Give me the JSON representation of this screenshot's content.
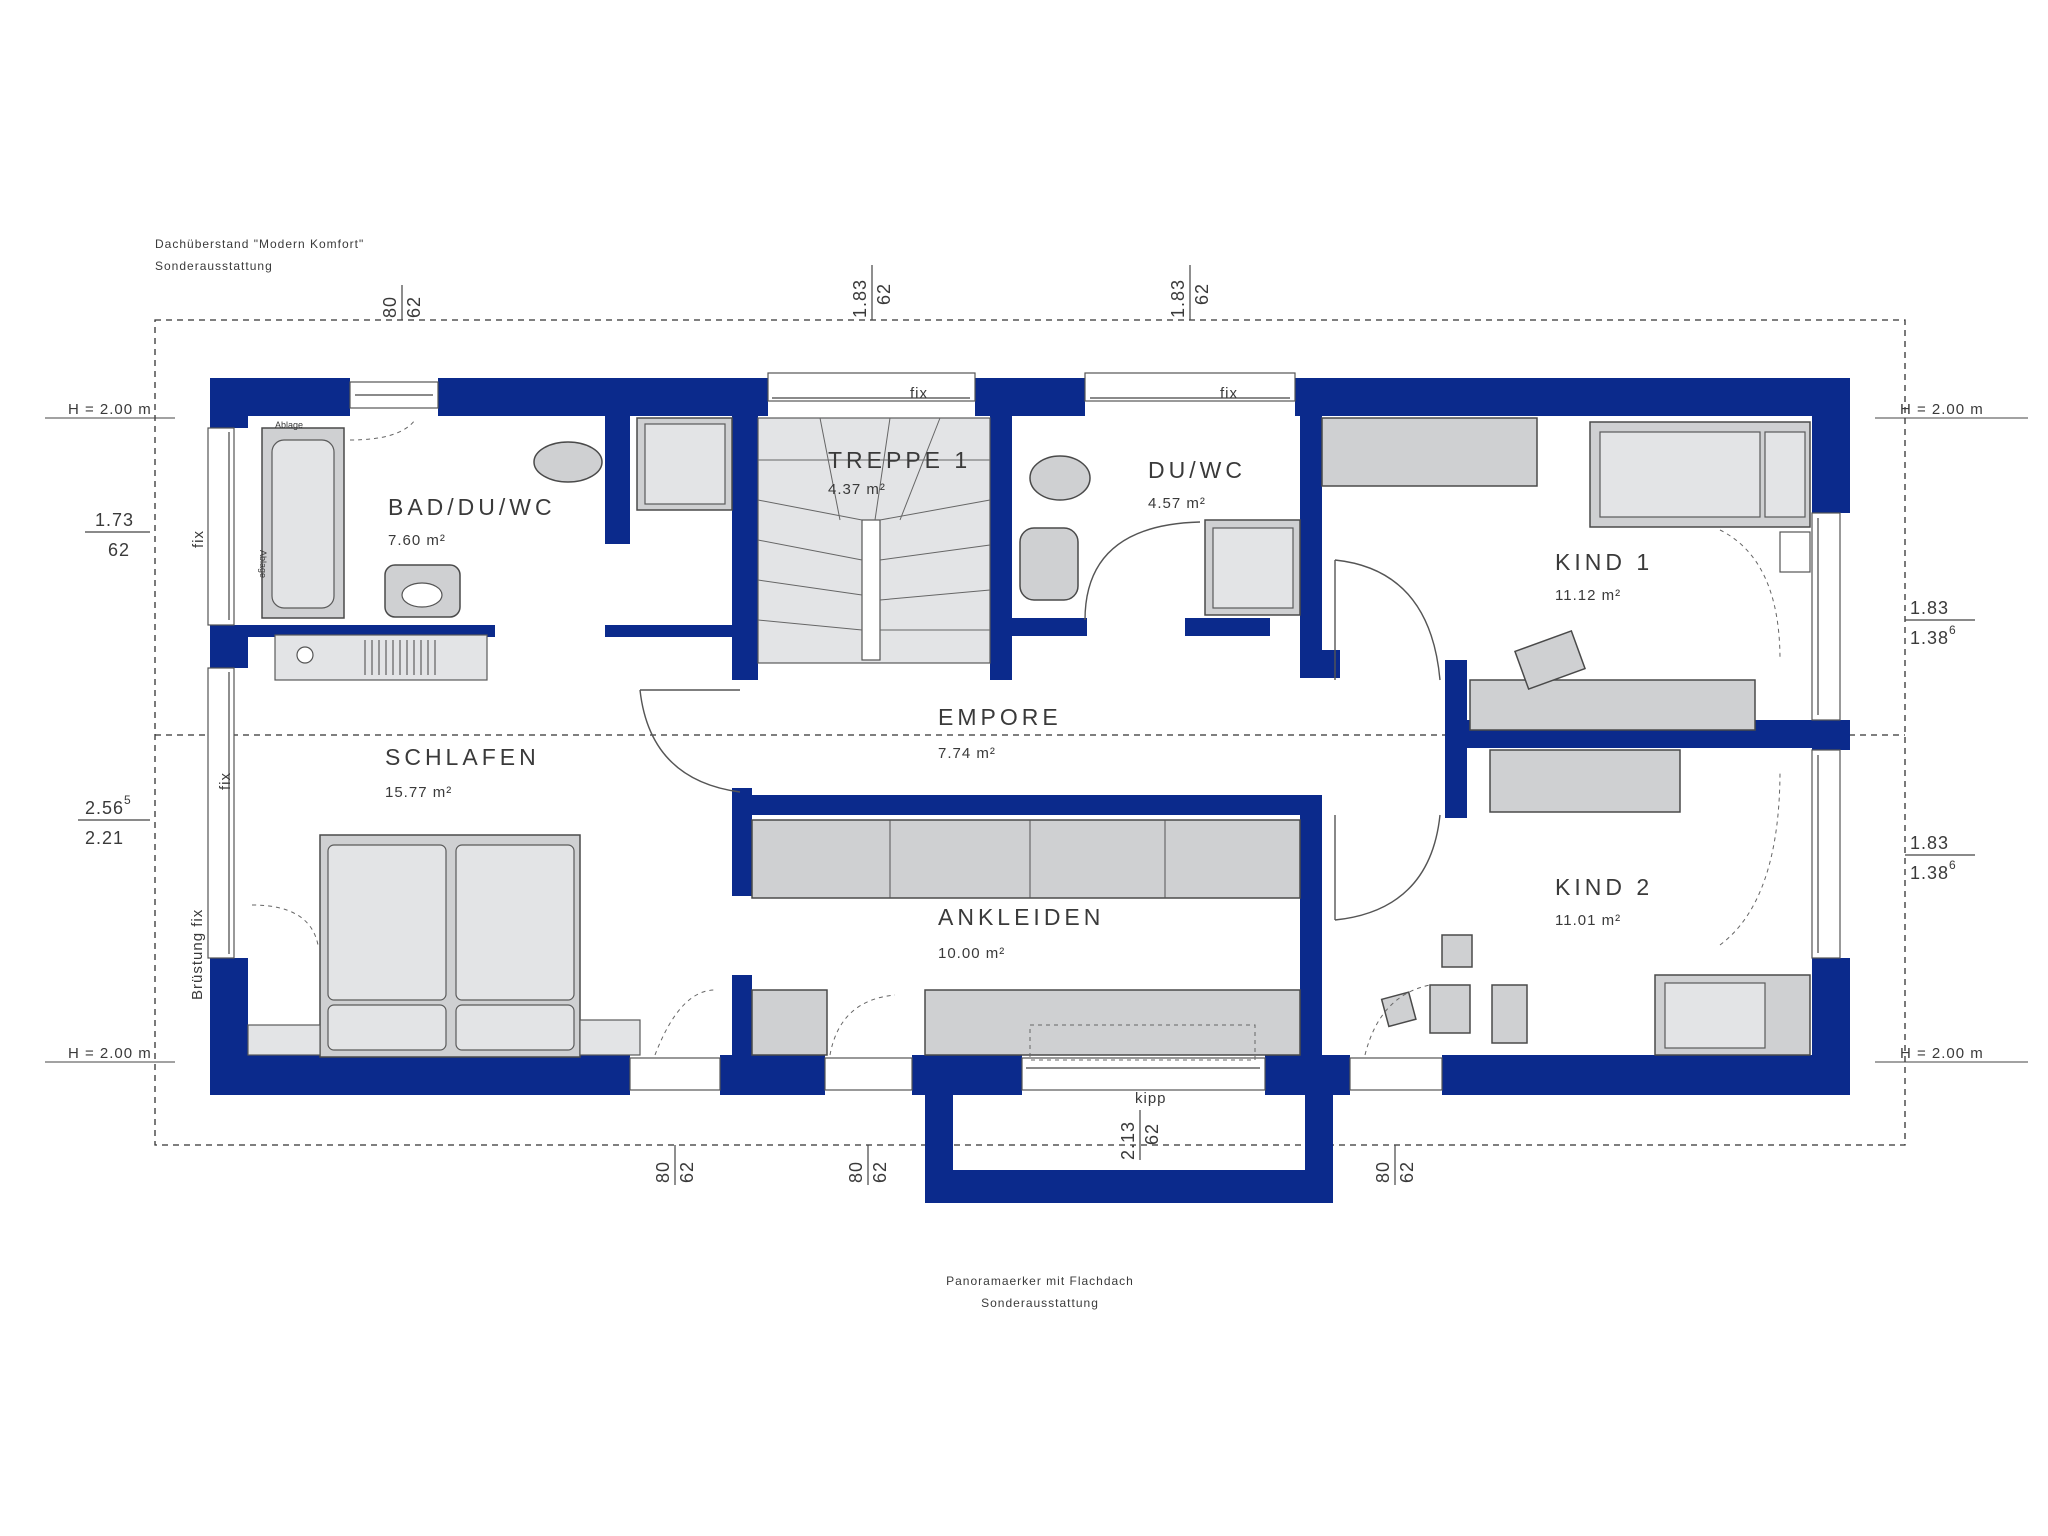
{
  "notes": {
    "overhang_line1": "Dachüberstand \"Modern Komfort\"",
    "overhang_line2": "Sonderausstattung",
    "bay_line1": "Panoramaerker mit Flachdach",
    "bay_line2": "Sonderausstattung"
  },
  "rooms": {
    "bad": {
      "name": "BAD/DU/WC",
      "area": "7.60 m²"
    },
    "treppe": {
      "name": "TREPPE 1",
      "area": "4.37 m²"
    },
    "duwc": {
      "name": "DU/WC",
      "area": "4.57 m²"
    },
    "kind1": {
      "name": "KIND 1",
      "area": "11.12 m²"
    },
    "empore": {
      "name": "EMPORE",
      "area": "7.74 m²"
    },
    "schlafen": {
      "name": "SCHLAFEN",
      "area": "15.77 m²"
    },
    "ankleiden": {
      "name": "ANKLEIDEN",
      "area": "10.00 m²"
    },
    "kind2": {
      "name": "KIND 2",
      "area": "11.01 m²"
    }
  },
  "heights": {
    "top_left": "H = 2.00 m",
    "bottom_left": "H = 2.00 m",
    "top_right": "H = 2.00 m",
    "bottom_right": "H = 2.00 m"
  },
  "windows": {
    "top_mid": "fix",
    "top_right": "fix",
    "left_upper": "fix",
    "left_lower": "fix",
    "left_bruestung": "Brüstung fix",
    "bay": "kipp",
    "ablage": "Ablage",
    "ablage2": "Ablage"
  },
  "dimensions": {
    "top1": {
      "a": "80",
      "b": "62"
    },
    "top2": {
      "a": "1.83",
      "b": "62"
    },
    "top3": {
      "a": "1.83",
      "b": "62"
    },
    "left1": {
      "a": "1.73",
      "b": "62"
    },
    "left2": {
      "a": "2.56",
      "a_sup": "5",
      "b": "2.21"
    },
    "right1": {
      "a": "1.83",
      "b": "1.38",
      "b_sup": "6"
    },
    "right2": {
      "a": "1.83",
      "b": "1.38",
      "b_sup": "6"
    },
    "bottom1": {
      "a": "80",
      "b": "62"
    },
    "bottom2": {
      "a": "80",
      "b": "62"
    },
    "bottom3": {
      "a": "2.13",
      "b": "62"
    },
    "bottom4": {
      "a": "80",
      "b": "62"
    }
  },
  "colors": {
    "wall": "#0b2a8c",
    "furniture": "#cfd0d2"
  }
}
